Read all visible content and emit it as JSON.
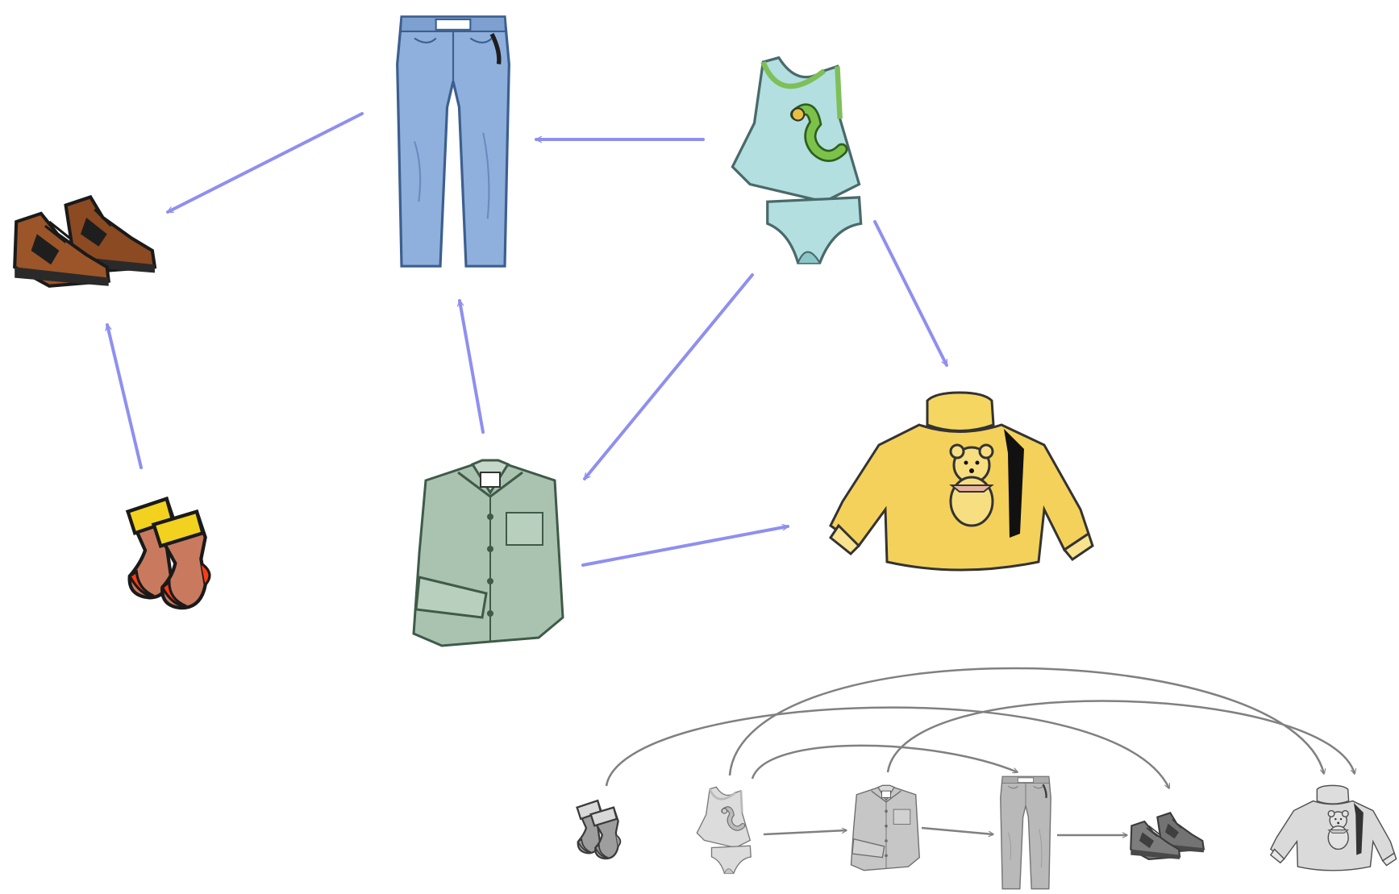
{
  "diagram": {
    "edge_color": "#8f8ff0",
    "sorted_edge_color": "#808080",
    "nodes": [
      {
        "id": "shoes",
        "icon": "shoes-icon"
      },
      {
        "id": "pants",
        "icon": "pants-icon"
      },
      {
        "id": "undershirt",
        "icon": "undershirt-and-underpants-icon"
      },
      {
        "id": "socks",
        "icon": "socks-icon"
      },
      {
        "id": "shirt",
        "icon": "shirt-icon"
      },
      {
        "id": "sweater",
        "icon": "sweater-icon"
      }
    ],
    "edges": [
      {
        "from": "pants",
        "to": "shoes"
      },
      {
        "from": "undershirt",
        "to": "pants"
      },
      {
        "from": "socks",
        "to": "shoes"
      },
      {
        "from": "shirt",
        "to": "pants"
      },
      {
        "from": "undershirt",
        "to": "shirt"
      },
      {
        "from": "undershirt",
        "to": "sweater"
      },
      {
        "from": "shirt",
        "to": "sweater"
      }
    ],
    "topological_order": [
      "socks",
      "undershirt",
      "shirt",
      "pants",
      "shoes",
      "sweater"
    ]
  }
}
